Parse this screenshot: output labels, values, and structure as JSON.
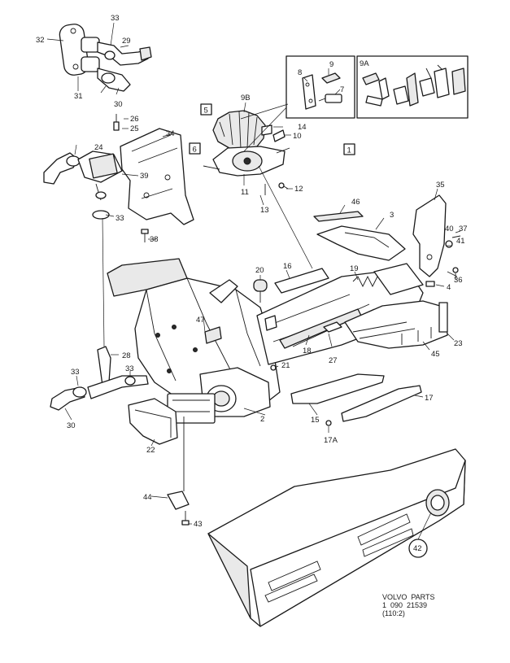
{
  "callouts": [
    "32",
    "33",
    "29",
    "31",
    "30",
    "26",
    "25",
    "34",
    "24",
    "39",
    "33",
    "38",
    "9B",
    "14",
    "10",
    "11",
    "12",
    "13",
    "9",
    "8",
    "7",
    "9A",
    "1",
    "35",
    "37",
    "40",
    "41",
    "3",
    "46",
    "36",
    "4",
    "20",
    "16",
    "19",
    "47",
    "18",
    "27",
    "45",
    "23",
    "21",
    "28",
    "33",
    "33",
    "30",
    "2",
    "22",
    "17",
    "15",
    "17A",
    "44",
    "43",
    "42"
  ],
  "boxed_labels": [
    "5",
    "6",
    "1"
  ],
  "footer": {
    "line1": "VOLVO  PARTS",
    "line2": "1  090  21539",
    "line3": "(110:2)"
  }
}
